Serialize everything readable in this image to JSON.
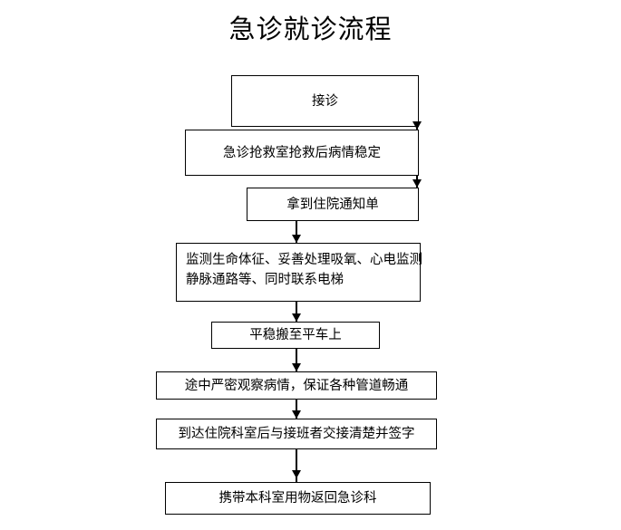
{
  "chart_data": {
    "type": "diagram",
    "title": "急诊就诊流程",
    "orientation": "top-to-bottom",
    "node_count": 8,
    "nodes": [
      {
        "id": "n1",
        "label": "接诊",
        "lines": [
          "接诊"
        ]
      },
      {
        "id": "n2",
        "label": "急诊抢救室抢救后病情稳定",
        "lines": [
          "急诊抢救室抢救后病情稳定"
        ]
      },
      {
        "id": "n3",
        "label": "拿到住院通知单",
        "lines": [
          "拿到住院通知单"
        ]
      },
      {
        "id": "n4",
        "label": "监测生命体征、妥善处理吸氧、心电监测静脉通路等、同时联系电梯",
        "lines": [
          "监测生命体征、妥善处理吸氧、心电监测",
          "静脉通路等、同时联系电梯"
        ]
      },
      {
        "id": "n5",
        "label": "平稳搬至平车上",
        "lines": [
          "平稳搬至平车上"
        ]
      },
      {
        "id": "n6",
        "label": "途中严密观察病情，保证各种管道畅通",
        "lines": [
          "途中严密观察病情，保证各种管道畅通"
        ]
      },
      {
        "id": "n7",
        "label": "到达住院科室后与接班者交接清楚并签字",
        "lines": [
          "到达住院科室后与接班者交接清楚并签字"
        ]
      },
      {
        "id": "n8",
        "label": "携带本科室用物返回急诊科",
        "lines": [
          "携带本科室用物返回急诊科"
        ]
      }
    ],
    "edges": [
      {
        "from": "n1",
        "to": "n2"
      },
      {
        "from": "n2",
        "to": "n3"
      },
      {
        "from": "n3",
        "to": "n4"
      },
      {
        "from": "n4",
        "to": "n5"
      },
      {
        "from": "n5",
        "to": "n6"
      },
      {
        "from": "n6",
        "to": "n7"
      },
      {
        "from": "n7",
        "to": "n8"
      }
    ],
    "colors": {
      "background": "#ffffff",
      "stroke": "#000000",
      "text": "#000000"
    }
  },
  "diagram": {
    "title": "急诊就诊流程",
    "nodes": {
      "n1": {
        "text": "接诊"
      },
      "n2": {
        "text": "急诊抢救室抢救后病情稳定"
      },
      "n3": {
        "text": "拿到住院通知单"
      },
      "n4": {
        "line1": "监测生命体征、妥善处理吸氧、心电监测",
        "line2": "静脉通路等、同时联系电梯"
      },
      "n5": {
        "text": "平稳搬至平车上"
      },
      "n6": {
        "text": "途中严密观察病情，保证各种管道畅通"
      },
      "n7": {
        "text": "到达住院科室后与接班者交接清楚并签字"
      },
      "n8": {
        "text": "携带本科室用物返回急诊科"
      }
    }
  }
}
